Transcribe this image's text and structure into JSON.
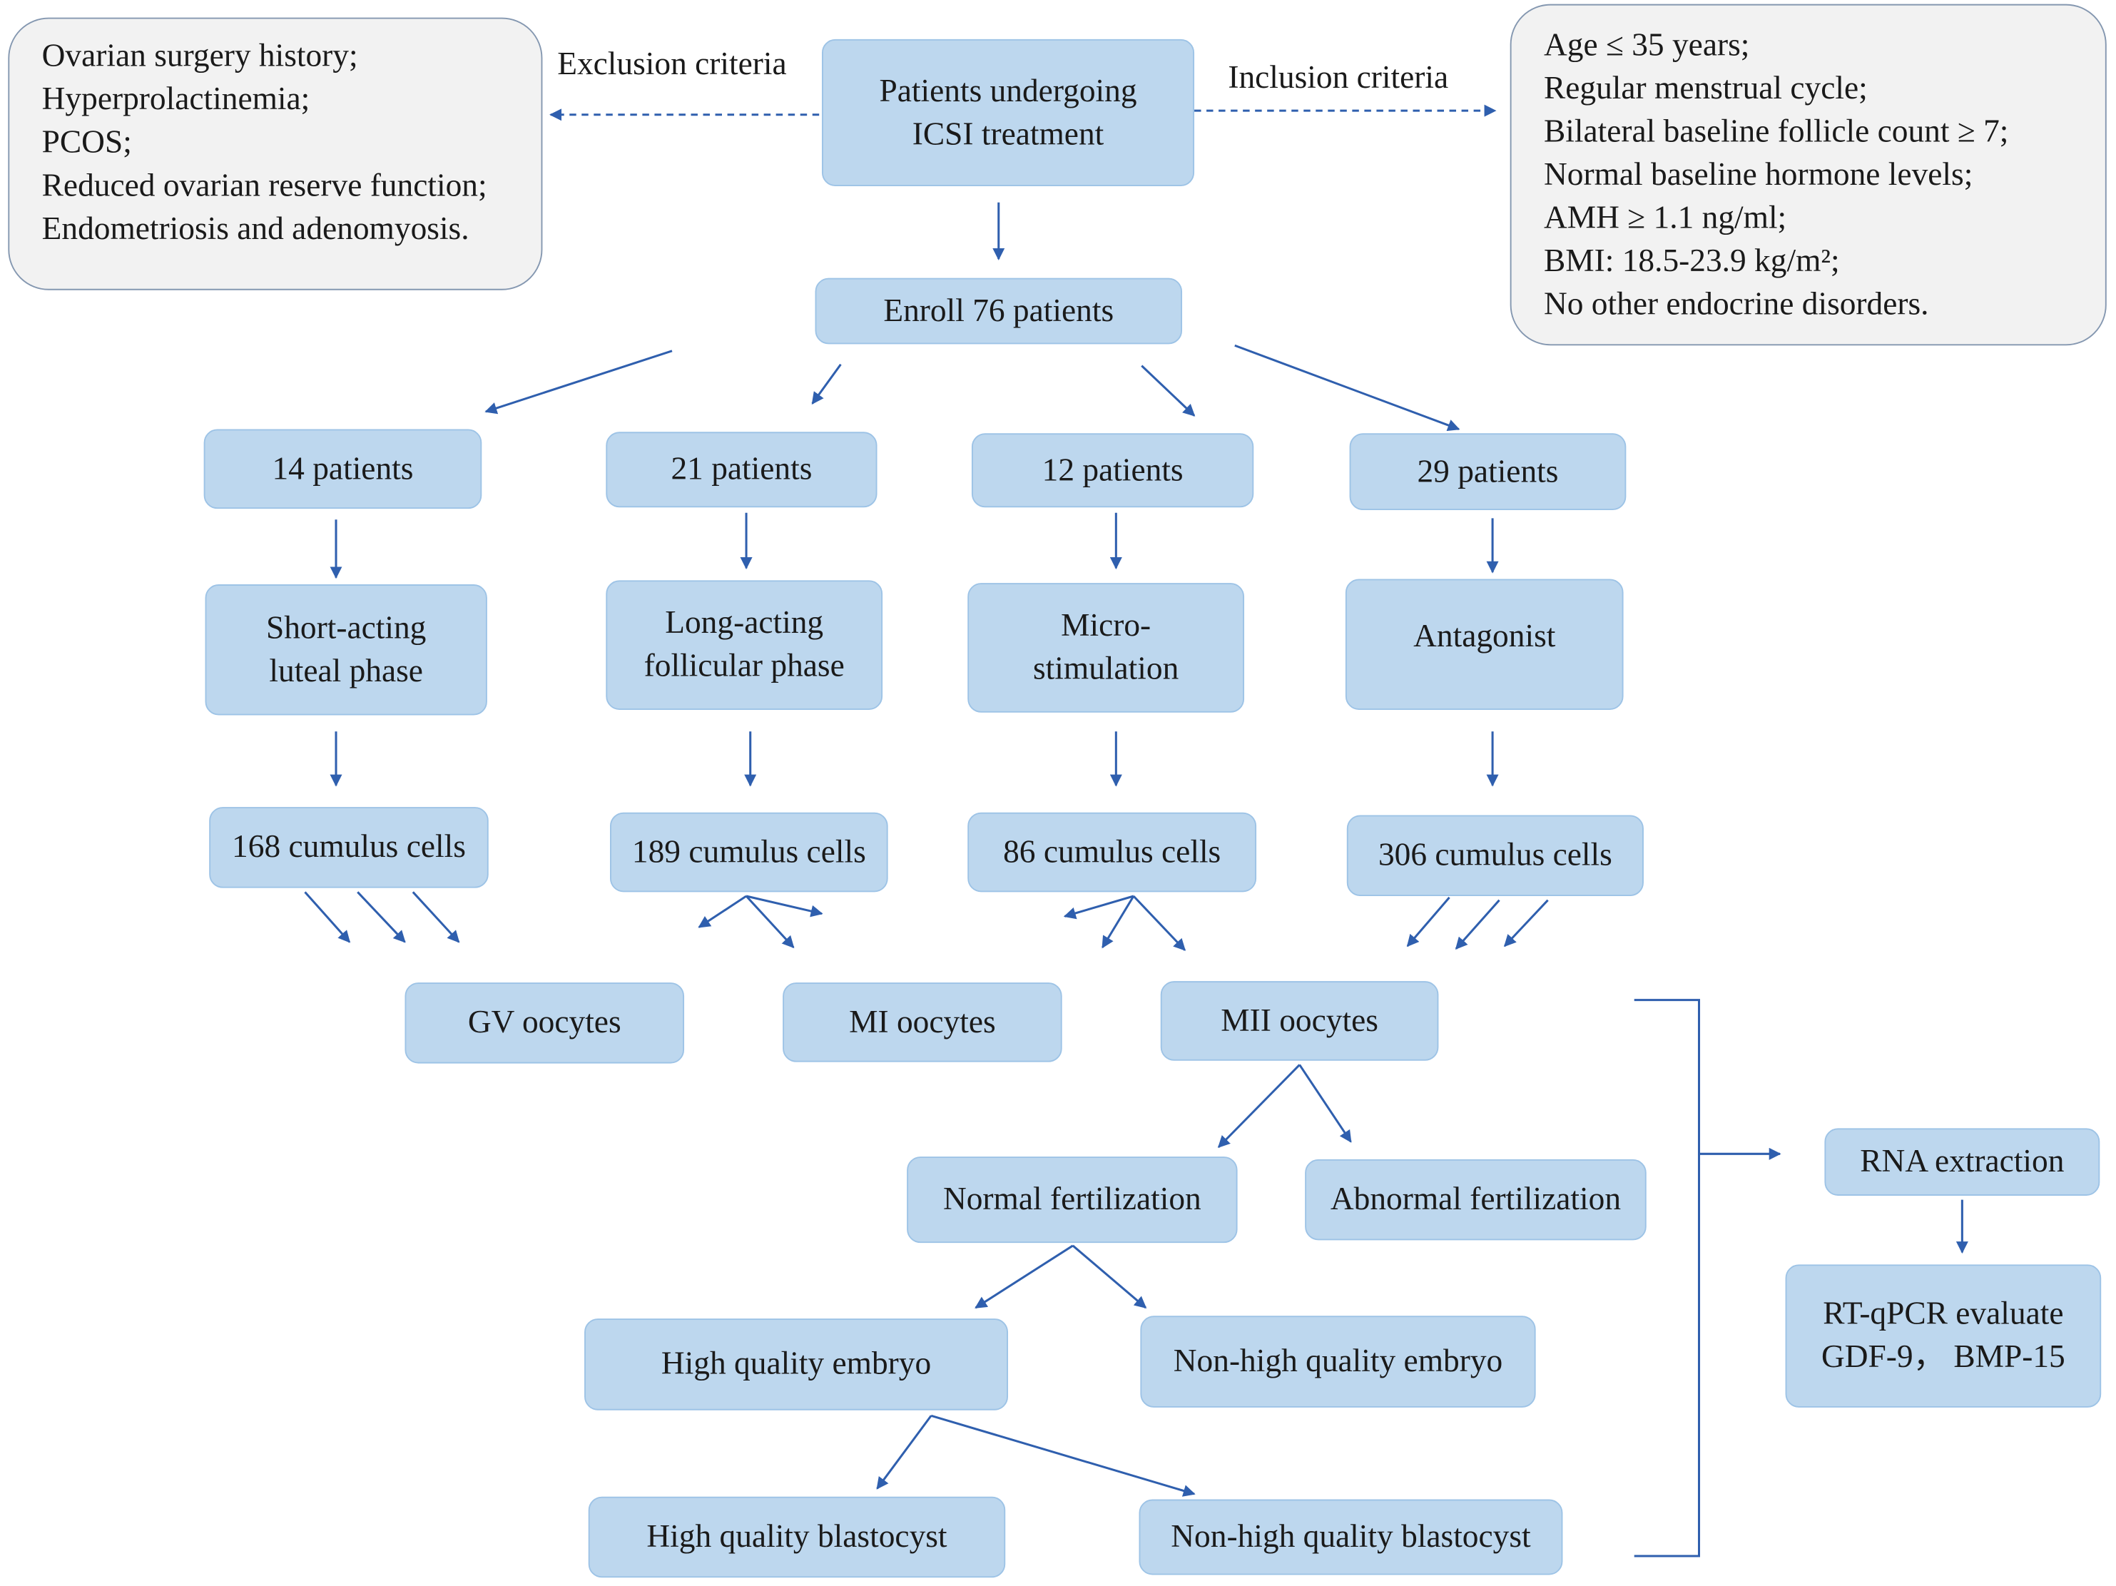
{
  "exclusion": {
    "label": "Exclusion criteria",
    "items": [
      "Ovarian surgery history;",
      "Hyperprolactinemia;",
      "PCOS;",
      "Reduced ovarian reserve function;",
      "Endometriosis and adenomyosis."
    ]
  },
  "inclusion": {
    "label": "Inclusion criteria",
    "items": [
      "Age ≤ 35 years;",
      "Regular menstrual cycle;",
      "Bilateral baseline follicle count ≥ 7;",
      "Normal baseline hormone levels;",
      "AMH ≥ 1.1 ng/ml;",
      "BMI: 18.5-23.9 kg/m²;",
      "No other endocrine disorders."
    ]
  },
  "start": {
    "line1": "Patients undergoing",
    "line2": "ICSI treatment"
  },
  "enroll": "Enroll 76 patients",
  "groups": [
    {
      "patients": "14 patients",
      "protocol_line1": "Short-acting",
      "protocol_line2": "luteal phase",
      "cells": "168 cumulus cells"
    },
    {
      "patients": "21 patients",
      "protocol_line1": "Long-acting",
      "protocol_line2": "follicular phase",
      "cells": "189 cumulus cells"
    },
    {
      "patients": "12 patients",
      "protocol_line1": "Micro-",
      "protocol_line2": "stimulation",
      "cells": "86 cumulus cells"
    },
    {
      "patients": "29 patients",
      "protocol_line1": "Antagonist",
      "protocol_line2": "",
      "cells": "306 cumulus cells"
    }
  ],
  "oocytes": {
    "gv": "GV oocytes",
    "mi": "MI oocytes",
    "mii": "MII oocytes"
  },
  "fertilization": {
    "normal": "Normal fertilization",
    "abnormal": "Abnormal fertilization"
  },
  "embryo": {
    "high": "High quality embryo",
    "non_high": "Non-high quality embryo"
  },
  "blastocyst": {
    "high": "High quality blastocyst",
    "non_high": "Non-high quality blastocyst"
  },
  "rna": "RNA extraction",
  "rtqpcr": {
    "line1": "RT-qPCR evaluate",
    "line2": "GDF-9， BMP-15"
  },
  "colors": {
    "box_fill": "#bdd7ee",
    "box_border": "#9dc3e6",
    "arrow": "#2f5fae",
    "criteria_fill": "#f2f2f2"
  }
}
